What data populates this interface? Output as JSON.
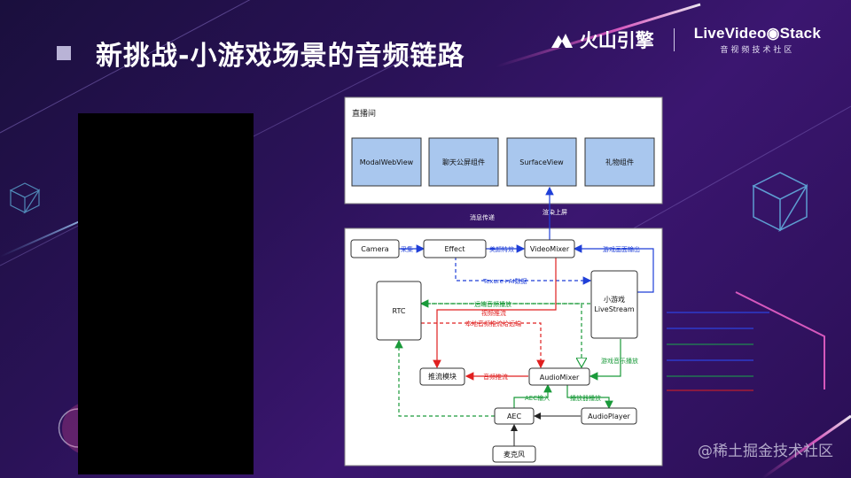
{
  "title": "新挑战-小游戏场景的音频链路",
  "brand": {
    "volc_name": "火山引擎",
    "lvs_name": "LiveVideo◉Stack",
    "lvs_sub": "音视频技术社区"
  },
  "watermark": "@稀土掘金技术社区",
  "diagram": {
    "room_label": "直播间",
    "room_components": [
      "ModalWebView",
      "聊天公屏组件",
      "SurfaceView",
      "礼物组件"
    ],
    "nodes": {
      "camera": "Camera",
      "effect": "Effect",
      "videomixer": "VideoMixer",
      "rtc": "RTC",
      "livestream_line1": "小游戏",
      "livestream_line2": "LiveStream",
      "push": "推流模块",
      "audiomixer": "AudioMixer",
      "aec": "AEC",
      "audioplayer": "AudioPlayer",
      "mic": "麦克风"
    },
    "edge_labels": {
      "msg": "消息传递",
      "render": "渲染上屏",
      "capture": "采集",
      "beauty": "美颜特效",
      "game_frame": "游戏画面输出",
      "texture_ai": "Texure+AI数据",
      "remote_audio": "远端音频播放",
      "video_push": "视频推流",
      "local_audio_push": "本地音频推流给远端",
      "game_music": "游戏音乐播放",
      "audio_push": "音频推流",
      "aec_input": "AEC输入",
      "player_play": "播放器播放"
    }
  }
}
